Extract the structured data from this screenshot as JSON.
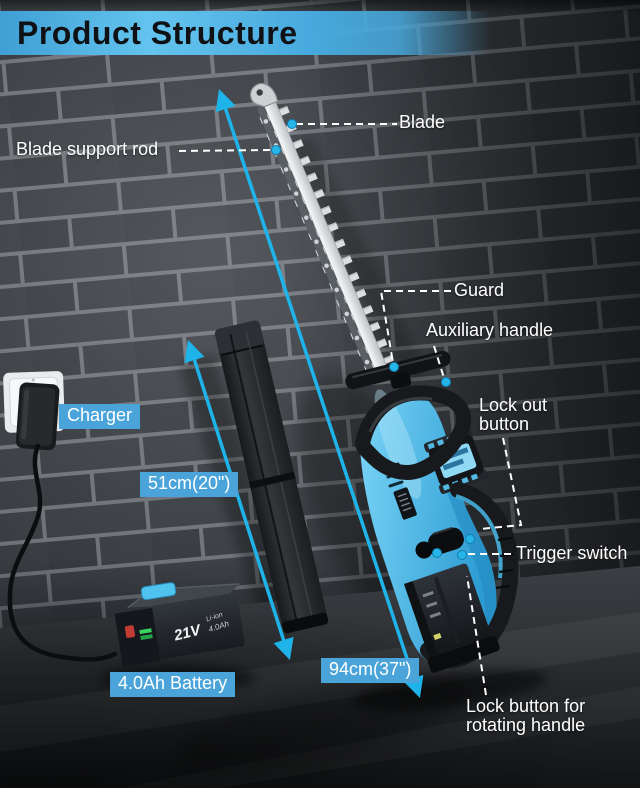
{
  "title": "Product Structure",
  "callout_labels": {
    "blade": "Blade",
    "blade_support_rod": "Blade support rod",
    "guard": "Guard",
    "auxiliary_handle": "Auxiliary handle",
    "lock_out_button": "Lock out button",
    "trigger_switch": "Trigger switch",
    "lock_button_for_rotating_handle": "Lock button for rotating handle"
  },
  "part_badges": {
    "charger": "Charger",
    "battery": "4.0Ah Battery"
  },
  "measurements": {
    "blade_cover_length": "51cm(20\")",
    "overall_length": "94cm(37\")"
  },
  "battery_markings": {
    "voltage": "21V",
    "chemistry": "Li-ion",
    "capacity": "4.0Ah"
  },
  "colors": {
    "banner_blue": "#4fb0e2",
    "badge_blue": "#4aa4d9",
    "accent_cyan": "#1fb4e9",
    "tool_body_blue": "#54c2ee",
    "label_text": "#ffffff",
    "title_text": "#101114"
  }
}
